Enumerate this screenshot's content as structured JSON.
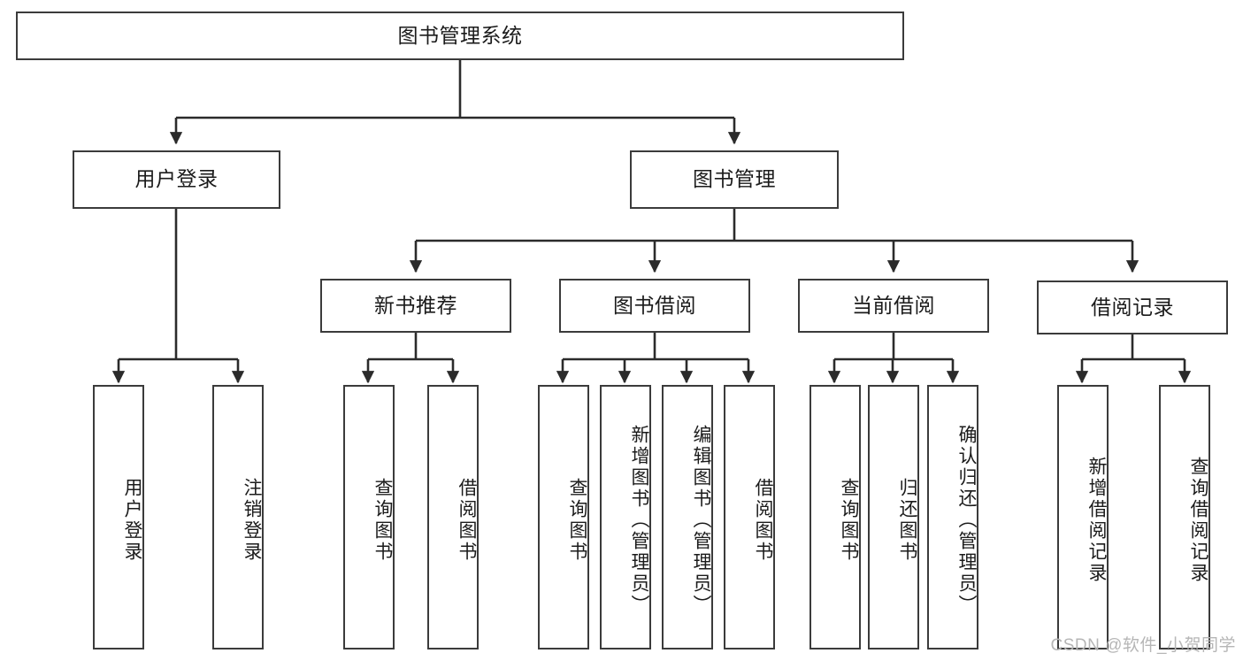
{
  "diagram": {
    "type": "tree-hierarchy-chart",
    "title": "图书管理系统",
    "colors": {
      "node_border": "#3b3b3b",
      "node_fill": "#ffffff",
      "edge": "#2b2b2b",
      "text": "#1b1b1b",
      "watermark": "#b6b6b6"
    },
    "nodes": {
      "root": {
        "label": "图书管理系统"
      },
      "level2": [
        {
          "label": "用户登录"
        },
        {
          "label": "图书管理"
        }
      ],
      "level3": [
        {
          "label": "新书推荐"
        },
        {
          "label": "图书借阅"
        },
        {
          "label": "当前借阅"
        },
        {
          "label": "借阅记录"
        }
      ],
      "leaves": {
        "user_login": [
          {
            "label": "用户登录"
          },
          {
            "label": "注销登录"
          }
        ],
        "new_book_recommend": [
          {
            "label": "查询图书"
          },
          {
            "label": "借阅图书"
          }
        ],
        "book_borrow": [
          {
            "label": "查询图书"
          },
          {
            "label": "新增图书（管理员）"
          },
          {
            "label": "编辑图书（管理员）"
          },
          {
            "label": "借阅图书"
          }
        ],
        "current_borrow": [
          {
            "label": "查询图书"
          },
          {
            "label": "归还图书"
          },
          {
            "label": "确认归还（管理员）"
          }
        ],
        "borrow_record": [
          {
            "label": "新增借阅记录"
          },
          {
            "label": "查询借阅记录"
          }
        ]
      }
    }
  },
  "watermark": {
    "text": "CSDN @软件_小贺同学"
  }
}
